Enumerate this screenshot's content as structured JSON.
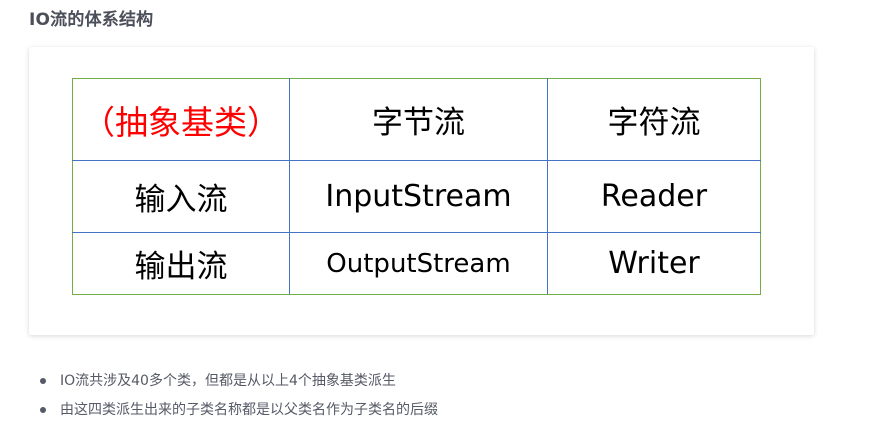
{
  "heading": "IO流的体系结构",
  "table": {
    "header": [
      "（抽象基类）",
      "字节流",
      "字符流"
    ],
    "rows": [
      [
        "输入流",
        "InputStream",
        "Reader"
      ],
      [
        "输出流",
        "OutputStream",
        "Writer"
      ]
    ]
  },
  "notes": [
    "IO流共涉及40多个类，但都是从以上4个抽象基类派生",
    "由这四类派生出来的子类名称都是以父类名作为子类名的后缀"
  ],
  "colors": {
    "accent": "#ff0000",
    "table_outer_border": "#70ad47",
    "table_inner_border": "#4472c4",
    "heading_text": "#4a4f5a",
    "note_text": "#555a66"
  }
}
